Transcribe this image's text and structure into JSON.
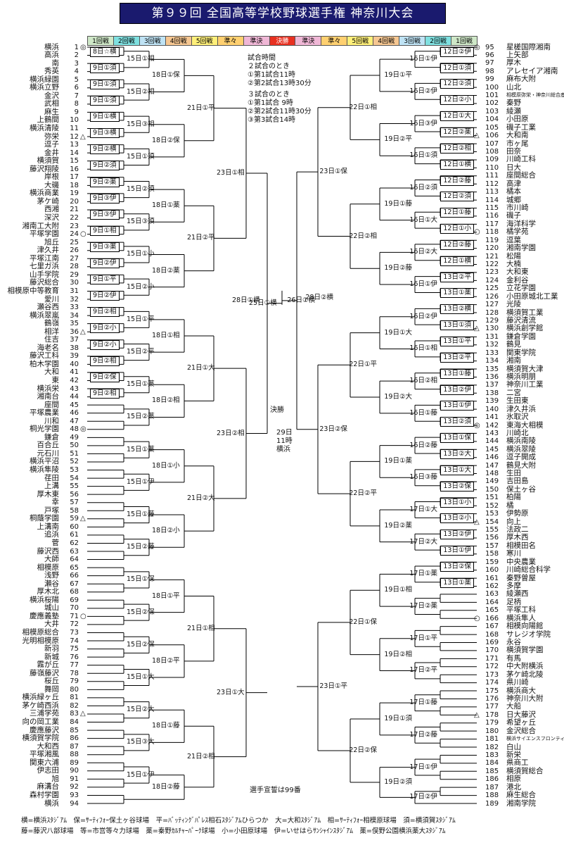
{
  "title": "第９９回 全国高等学校野球選手権 神奈川大会",
  "rounds": [
    {
      "label": "1回戦",
      "color": "#cfe8c8"
    },
    {
      "label": "2回戦",
      "color": "#7fe0e0"
    },
    {
      "label": "3回戦",
      "color": "#bfe3f5"
    },
    {
      "label": "4回戦",
      "color": "#f6c792"
    },
    {
      "label": "5回戦",
      "color": "#fff07a"
    },
    {
      "label": "準々",
      "color": "#ffd070"
    },
    {
      "label": "準決",
      "color": "#f0b7d6"
    },
    {
      "label": "決勝",
      "color": "#e83020"
    },
    {
      "label": "準決",
      "color": "#f0b7d6"
    },
    {
      "label": "準々",
      "color": "#ffd070"
    },
    {
      "label": "5回戦",
      "color": "#fff07a"
    },
    {
      "label": "4回戦",
      "color": "#f6c792"
    },
    {
      "label": "3回戦",
      "color": "#bfe3f5"
    },
    {
      "label": "2回戦",
      "color": "#7fe0e0"
    },
    {
      "label": "1回戦",
      "color": "#cfe8c8"
    }
  ],
  "left_teams": [
    {
      "n": "1",
      "name": "横浜",
      "mark": "◎"
    },
    {
      "n": "2",
      "name": "高浜"
    },
    {
      "n": "3",
      "name": "南"
    },
    {
      "n": "4",
      "name": "秀英"
    },
    {
      "n": "5",
      "name": "横浜緑園"
    },
    {
      "n": "6",
      "name": "横浜立野"
    },
    {
      "n": "7",
      "name": "金沢"
    },
    {
      "n": "8",
      "name": "武相"
    },
    {
      "n": "9",
      "name": "麻生"
    },
    {
      "n": "10",
      "name": "上鶴間"
    },
    {
      "n": "11",
      "name": "横浜清陵"
    },
    {
      "n": "12",
      "name": "弥栄",
      "mark": "△"
    },
    {
      "n": "13",
      "name": "逗子"
    },
    {
      "n": "14",
      "name": "金井"
    },
    {
      "n": "15",
      "name": "横須賀"
    },
    {
      "n": "16",
      "name": "藤沢翔陵"
    },
    {
      "n": "17",
      "name": "岸根"
    },
    {
      "n": "18",
      "name": "大磯"
    },
    {
      "n": "19",
      "name": "横浜商業"
    },
    {
      "n": "20",
      "name": "茅ケ崎"
    },
    {
      "n": "21",
      "name": "西湘"
    },
    {
      "n": "22",
      "name": "深沢"
    },
    {
      "n": "23",
      "name": "湘南工大附"
    },
    {
      "n": "24",
      "name": "平塚学園",
      "mark": "○"
    },
    {
      "n": "25",
      "name": "旭丘"
    },
    {
      "n": "26",
      "name": "津久井"
    },
    {
      "n": "27",
      "name": "平塚江南"
    },
    {
      "n": "28",
      "name": "七里ガ浜"
    },
    {
      "n": "29",
      "name": "山手学院"
    },
    {
      "n": "30",
      "name": "藤沢総合"
    },
    {
      "n": "31",
      "name": "相模原中等教育"
    },
    {
      "n": "32",
      "name": "愛川"
    },
    {
      "n": "33",
      "name": "瀬谷西"
    },
    {
      "n": "34",
      "name": "横浜翠嵐"
    },
    {
      "n": "35",
      "name": "鶴嶺"
    },
    {
      "n": "36",
      "name": "相洋",
      "mark": "△"
    },
    {
      "n": "37",
      "name": "住吉"
    },
    {
      "n": "38",
      "name": "海老名"
    },
    {
      "n": "39",
      "name": "藤沢工科"
    },
    {
      "n": "40",
      "name": "柏木学園"
    },
    {
      "n": "41",
      "name": "大和"
    },
    {
      "n": "42",
      "name": "東"
    },
    {
      "n": "43",
      "name": "横浜栄"
    },
    {
      "n": "44",
      "name": "湘南台"
    },
    {
      "n": "45",
      "name": "座間"
    },
    {
      "n": "46",
      "name": "平塚農業"
    },
    {
      "n": "47",
      "name": "川和"
    },
    {
      "n": "48",
      "name": "桐光学園",
      "mark": "◎"
    },
    {
      "n": "49",
      "name": "鎌倉"
    },
    {
      "n": "50",
      "name": "百合丘"
    },
    {
      "n": "51",
      "name": "元石川"
    },
    {
      "n": "52",
      "name": "横浜平沼"
    },
    {
      "n": "53",
      "name": "横浜隼陵"
    },
    {
      "n": "54",
      "name": "荏田"
    },
    {
      "n": "55",
      "name": "上溝"
    },
    {
      "n": "56",
      "name": "厚木東"
    },
    {
      "n": "57",
      "name": "幸"
    },
    {
      "n": "58",
      "name": "戸塚"
    },
    {
      "n": "59",
      "name": "桐蔭学園",
      "mark": "△"
    },
    {
      "n": "60",
      "name": "上溝南"
    },
    {
      "n": "61",
      "name": "追浜"
    },
    {
      "n": "62",
      "name": "菅"
    },
    {
      "n": "63",
      "name": "藤沢西"
    },
    {
      "n": "64",
      "name": "大師"
    },
    {
      "n": "65",
      "name": "相模原"
    },
    {
      "n": "66",
      "name": "浅野"
    },
    {
      "n": "67",
      "name": "瀬谷"
    },
    {
      "n": "68",
      "name": "厚木北"
    },
    {
      "n": "69",
      "name": "横浜桜陽"
    },
    {
      "n": "70",
      "name": "城山"
    },
    {
      "n": "71",
      "name": "慶應義塾",
      "mark": "○"
    },
    {
      "n": "72",
      "name": "大井"
    },
    {
      "n": "73",
      "name": "相模原総合"
    },
    {
      "n": "74",
      "name": "光明相模原"
    },
    {
      "n": "75",
      "name": "新羽"
    },
    {
      "n": "76",
      "name": "新城"
    },
    {
      "n": "77",
      "name": "霧が丘"
    },
    {
      "n": "78",
      "name": "藤嶺藤沢"
    },
    {
      "n": "79",
      "name": "桜丘"
    },
    {
      "n": "80",
      "name": "舞岡"
    },
    {
      "n": "81",
      "name": "横浜緑ヶ丘"
    },
    {
      "n": "82",
      "name": "茅ケ崎西浜"
    },
    {
      "n": "83",
      "name": "三浦学苑",
      "mark": "△"
    },
    {
      "n": "84",
      "name": "向の岡工業"
    },
    {
      "n": "85",
      "name": "慶應藤沢"
    },
    {
      "n": "86",
      "name": "横須賀学院"
    },
    {
      "n": "87",
      "name": "大和西"
    },
    {
      "n": "88",
      "name": "平塚湘風"
    },
    {
      "n": "89",
      "name": "関東六浦"
    },
    {
      "n": "90",
      "name": "伊志田"
    },
    {
      "n": "91",
      "name": "旭"
    },
    {
      "n": "92",
      "name": "麻溝台"
    },
    {
      "n": "93",
      "name": "森村学園"
    },
    {
      "n": "94",
      "name": "横浜"
    }
  ],
  "right_teams": [
    {
      "n": "95",
      "name": "星槎国際湘南",
      "mark": "◎"
    },
    {
      "n": "96",
      "name": "上矢部"
    },
    {
      "n": "97",
      "name": "厚木"
    },
    {
      "n": "98",
      "name": "アレセイア湘南"
    },
    {
      "n": "99",
      "name": "麻布大附"
    },
    {
      "n": "100",
      "name": "山北"
    },
    {
      "n": "101",
      "name": "相模原弥栄・神奈川総合産業"
    },
    {
      "n": "102",
      "name": "秦野"
    },
    {
      "n": "103",
      "name": "綾瀬"
    },
    {
      "n": "104",
      "name": "小田原"
    },
    {
      "n": "105",
      "name": "磯子工業"
    },
    {
      "n": "106",
      "name": "大和南",
      "mark": "△"
    },
    {
      "n": "107",
      "name": "市ヶ尾"
    },
    {
      "n": "108",
      "name": "田奈"
    },
    {
      "n": "109",
      "name": "川崎工科"
    },
    {
      "n": "110",
      "name": "日大"
    },
    {
      "n": "111",
      "name": "座間総合"
    },
    {
      "n": "112",
      "name": "高津"
    },
    {
      "n": "113",
      "name": "橘本"
    },
    {
      "n": "114",
      "name": "城郷"
    },
    {
      "n": "115",
      "name": "市川崎"
    },
    {
      "n": "116",
      "name": "磯子"
    },
    {
      "n": "117",
      "name": "海洋科学"
    },
    {
      "n": "118",
      "name": "橘学苑",
      "mark": "○"
    },
    {
      "n": "119",
      "name": "逗葉"
    },
    {
      "n": "120",
      "name": "湘南学園"
    },
    {
      "n": "121",
      "name": "松陽"
    },
    {
      "n": "122",
      "name": "大楠"
    },
    {
      "n": "123",
      "name": "大和東"
    },
    {
      "n": "124",
      "name": "金利谷"
    },
    {
      "n": "125",
      "name": "立花学園"
    },
    {
      "n": "126",
      "name": "小田原城北工業"
    },
    {
      "n": "127",
      "name": "光陵"
    },
    {
      "n": "128",
      "name": "横須賀工業"
    },
    {
      "n": "129",
      "name": "藤沢清流"
    },
    {
      "n": "130",
      "name": "横浜創学館",
      "mark": "△"
    },
    {
      "n": "131",
      "name": "鎌倉学園"
    },
    {
      "n": "132",
      "name": "鶴見"
    },
    {
      "n": "133",
      "name": "関東学院"
    },
    {
      "n": "134",
      "name": "湘南"
    },
    {
      "n": "135",
      "name": "横須賀大津"
    },
    {
      "n": "136",
      "name": "横浜明朋"
    },
    {
      "n": "137",
      "name": "神奈川工業"
    },
    {
      "n": "138",
      "name": "二宮"
    },
    {
      "n": "139",
      "name": "生田東"
    },
    {
      "n": "140",
      "name": "津久井浜"
    },
    {
      "n": "141",
      "name": "氷取沢"
    },
    {
      "n": "142",
      "name": "東海大相模",
      "mark": "◎"
    },
    {
      "n": "143",
      "name": "川崎北"
    },
    {
      "n": "144",
      "name": "横浜南陵"
    },
    {
      "n": "145",
      "name": "横浜翠陵"
    },
    {
      "n": "146",
      "name": "逗子開成"
    },
    {
      "n": "147",
      "name": "鶴見大附"
    },
    {
      "n": "148",
      "name": "生田"
    },
    {
      "n": "149",
      "name": "吉田島"
    },
    {
      "n": "150",
      "name": "保土ヶ谷"
    },
    {
      "n": "151",
      "name": "柏陽"
    },
    {
      "n": "152",
      "name": "橘"
    },
    {
      "n": "153",
      "name": "伊勢原"
    },
    {
      "n": "154",
      "name": "向上",
      "mark": "△"
    },
    {
      "n": "155",
      "name": "法政二"
    },
    {
      "n": "156",
      "name": "厚木西"
    },
    {
      "n": "157",
      "name": "相模田名"
    },
    {
      "n": "158",
      "name": "寒川"
    },
    {
      "n": "159",
      "name": "中央農業"
    },
    {
      "n": "160",
      "name": "川崎総合科学"
    },
    {
      "n": "161",
      "name": "秦野曽屋"
    },
    {
      "n": "162",
      "name": "多摩"
    },
    {
      "n": "163",
      "name": "綾瀬西"
    },
    {
      "n": "164",
      "name": "足柄"
    },
    {
      "n": "165",
      "name": "平塚工科"
    },
    {
      "n": "166",
      "name": "横浜隼人",
      "mark": "○"
    },
    {
      "n": "167",
      "name": "相模向陽館"
    },
    {
      "n": "168",
      "name": "サレジオ学院"
    },
    {
      "n": "169",
      "name": "永谷"
    },
    {
      "n": "170",
      "name": "横須賀学園"
    },
    {
      "n": "171",
      "name": "有馬"
    },
    {
      "n": "172",
      "name": "中大附横浜"
    },
    {
      "n": "173",
      "name": "茅ケ崎北陵"
    },
    {
      "n": "174",
      "name": "県川崎"
    },
    {
      "n": "175",
      "name": "横浜商大"
    },
    {
      "n": "176",
      "name": "神奈川大附"
    },
    {
      "n": "177",
      "name": "大船"
    },
    {
      "n": "178",
      "name": "日大藤沢",
      "mark": "△"
    },
    {
      "n": "179",
      "name": "希望ヶ丘"
    },
    {
      "n": "180",
      "name": "金沢総合"
    },
    {
      "n": "181",
      "name": "横浜サイエンスフロンティア"
    },
    {
      "n": "182",
      "name": "白山"
    },
    {
      "n": "183",
      "name": "新栄"
    },
    {
      "n": "184",
      "name": "県商工"
    },
    {
      "n": "185",
      "name": "横須賀総合"
    },
    {
      "n": "186",
      "name": "相原"
    },
    {
      "n": "187",
      "name": "港北"
    },
    {
      "n": "188",
      "name": "麻生総合"
    },
    {
      "n": "189",
      "name": "湘南学院"
    }
  ],
  "left_r1": [
    "8日☆横",
    "9日①須",
    "9日①須",
    "9日①須",
    "9日①横",
    "9日③横",
    "9日②横",
    "9日②須",
    "9日②薬",
    "9日③伊",
    "9日③伊",
    "9日①相",
    "9日③薬",
    "9日②伊",
    "9日①平",
    "9日②伊",
    "9日②相",
    "9日②小",
    "9日②小",
    "9日②相",
    "9日②保",
    "9日②相"
  ],
  "left_r2": [
    "15日①相",
    "15日②相",
    "15日③相",
    "15日①須",
    "15日②須",
    "15日③須",
    "15日①小",
    "15日②小",
    "15日①平",
    "15日②平",
    "15日①薬",
    "15日②薬",
    "15日①薬",
    "15日①伊",
    "15日①藤",
    "15日②藤",
    "15日①保",
    "15日②保",
    "15日②保",
    "15日①大",
    "15日②大",
    "15日③大",
    "15日①伊",
    "15日②伊",
    "16日①平",
    "16日②平",
    "16日①小",
    "16日②小",
    "16日①薬",
    "16日①大",
    "16日②薬",
    "16日③薬"
  ],
  "left_r3": [
    "18日①保",
    "18日②保",
    "18日①薬",
    "18日②薬",
    "18日①相",
    "18日②相",
    "18日①小",
    "18日②小",
    "18日①平",
    "18日②平",
    "18日①藤",
    "18日②藤",
    "18日①大",
    "18日②大",
    "18日①須",
    "18日②須"
  ],
  "left_r4": [
    "21日①平",
    "21日②平",
    "21日①大",
    "21日②大",
    "21日①相",
    "21日②相",
    "21日①保",
    "21日②保"
  ],
  "left_r5": [
    "23日①相",
    "23日②相",
    "23日①大",
    "23日②大"
  ],
  "left_qf": [
    "25日①横",
    "25日②横"
  ],
  "left_sf": "28日①横",
  "right_sf": "28日②横",
  "right_qf": [
    "26日①横",
    "26日②横"
  ],
  "right_r5": [
    "23日①保",
    "23日②保",
    "23日①平",
    "23日②平"
  ],
  "right_r4": [
    "22日①相",
    "22日②相",
    "22日①平",
    "22日②平",
    "22日①保",
    "22日②保",
    "22日①大",
    "22日②大"
  ],
  "right_r3": [
    "19日①平",
    "19日②平",
    "19日①藤",
    "19日②藤",
    "19日①大",
    "19日②大",
    "19日①薬",
    "19日②薬",
    "19日①相",
    "19日②相",
    "19日①須",
    "19日②須",
    "19日①保",
    "19日②保",
    "19日①小",
    "19日②小"
  ],
  "right_r2": [
    "16日①伊",
    "16日②伊",
    "16日③伊",
    "16日①須",
    "16日②須",
    "16日①大",
    "16日②大",
    "16日①伊",
    "16日②伊",
    "16日①相",
    "16日②相",
    "16日①藤",
    "16日②藤",
    "16日③藤",
    "17日①大",
    "17日②大",
    "17日①薬",
    "17日②薬",
    "17日①平",
    "17日②平",
    "17日①藤",
    "17日②藤",
    "17日①伊",
    "17日②伊",
    "17日①須",
    "17日②須",
    "17日①保",
    "17日②保",
    "17日①小",
    "17日②小",
    "17日①薬",
    "17日②薬"
  ],
  "right_r1": [
    "12日②伊",
    "12日①須",
    "12日②須",
    "12日②小",
    "12日①大",
    "12日②薬",
    "12日②相",
    "12日①横",
    "12日②藤",
    "12日②須",
    "12日①藤",
    "12日①小",
    "12日②藤",
    "12日①横",
    "13日②平",
    "13日①薬",
    "13日②横",
    "13日①須",
    "13日①平",
    "13日②平",
    "13日①藤",
    "13日②伊",
    "13日①伊",
    "13日②須",
    "13日①保",
    "13日②大",
    "13日①大",
    "13日②保",
    "13日①小",
    "13日②小",
    "13日②伊",
    "13日①伊",
    "13日②保",
    "13日①薬"
  ],
  "final": {
    "label": "決勝",
    "date": "29日",
    "time": "11時",
    "venue": "横浜"
  },
  "schedule_note": [
    "試合時間",
    "２試合のとき",
    "①第1試合11時",
    "②第2試合13時30分",
    "３試合のとき",
    "①第1試合 9時",
    "②第2試合11時30分",
    "③第3試合14時"
  ],
  "oath_note": "選手宣誓は99番",
  "legend": [
    "横=横浜ｽﾀｼﾞｱﾑ　保=ｻｰﾃｨﾌｫｰ保土ヶ谷球場　平=ﾊﾞｯﾃｨﾝｸﾞﾊﾟﾚｽ相石ｽﾀｼﾞｱﾑひらつか　大=大和ｽﾀｼﾞｱﾑ　相=ｻｰﾃｨﾌｫｰ相模原球場　須=横須賀ｽﾀｼﾞｱﾑ",
    "藤=藤沢八部球場　等=市営等々力球場　薬=秦野ｶﾙﾁｬｰﾊﾟｰｸ球場　小=小田原球場　伊=いせはらｻﾝｼｬｲﾝｽﾀｼﾞｱﾑ　薬=俣野公園横浜薬大ｽﾀｼﾞｱﾑ"
  ]
}
